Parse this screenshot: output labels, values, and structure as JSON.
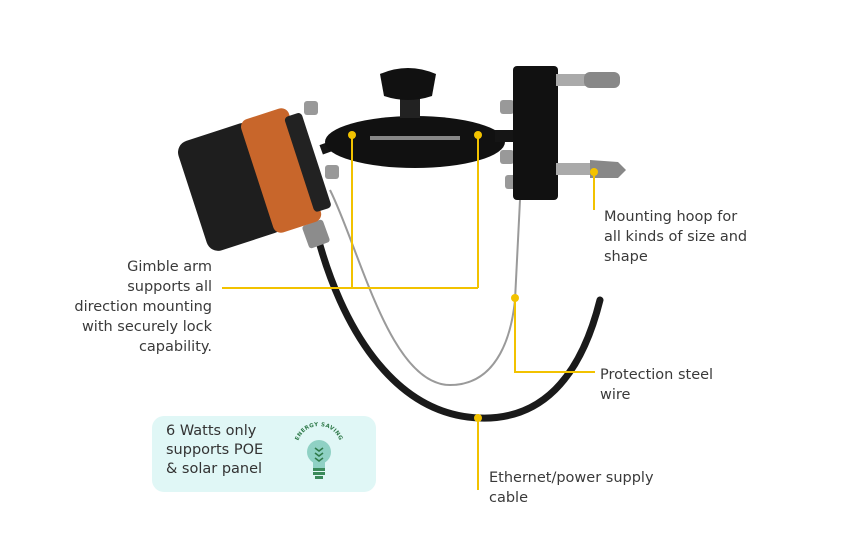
{
  "callouts": {
    "gimble_arm": [
      "Gimble arm",
      "supports all",
      "direction mounting",
      "with securely lock",
      "capability."
    ],
    "mounting_hoop": [
      "Mounting hoop for",
      "all kinds of size and",
      "shape"
    ],
    "steel_wire": [
      "Protection steel",
      "wire"
    ],
    "cable": [
      "Ethernet/power supply",
      "cable"
    ]
  },
  "energy_box": {
    "lines": [
      "6 Watts only",
      "supports POE",
      "& solar panel"
    ],
    "badge_text": "ENERGY SAVING",
    "icon": "lightbulb-icon"
  },
  "colors": {
    "accent": "#f2c200",
    "orange": "#c8662b",
    "box_bg": "#e0f7f6"
  }
}
